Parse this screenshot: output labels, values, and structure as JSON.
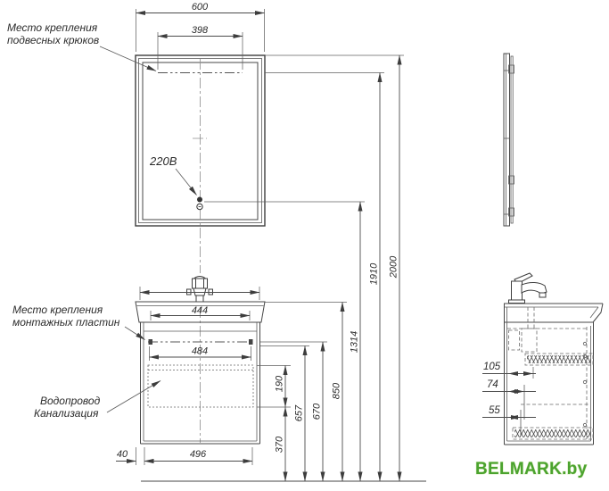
{
  "drawing": {
    "annotations": {
      "hooks_label_line1": "Место крепления",
      "hooks_label_line2": "подвесных крюков",
      "outlet_label": "220В",
      "plates_label_line1": "Место крепления",
      "plates_label_line2": "монтажных пластин",
      "water_label_line1": "Водопровод",
      "water_label_line2": "Канализация"
    },
    "dimensions": {
      "mirror_width": "600",
      "hooks_span": "398",
      "sink_mount_span": "444",
      "plates_span": "484",
      "cabinet_width": "496",
      "left_offset": "40",
      "utility_zone_height": "190",
      "cabinet_bottom_height": "370",
      "plate_bottom_height": "657",
      "plate_height": "670",
      "worktop_height": "850",
      "outlet_height": "1314",
      "hooks_height": "1910",
      "mirror_top_height": "2000",
      "drain_depth": "105",
      "pipe_depth_upper": "74",
      "pipe_depth_lower": "55"
    },
    "watermark": {
      "text": "BELMARK.by",
      "color": "#4ba32f"
    }
  }
}
